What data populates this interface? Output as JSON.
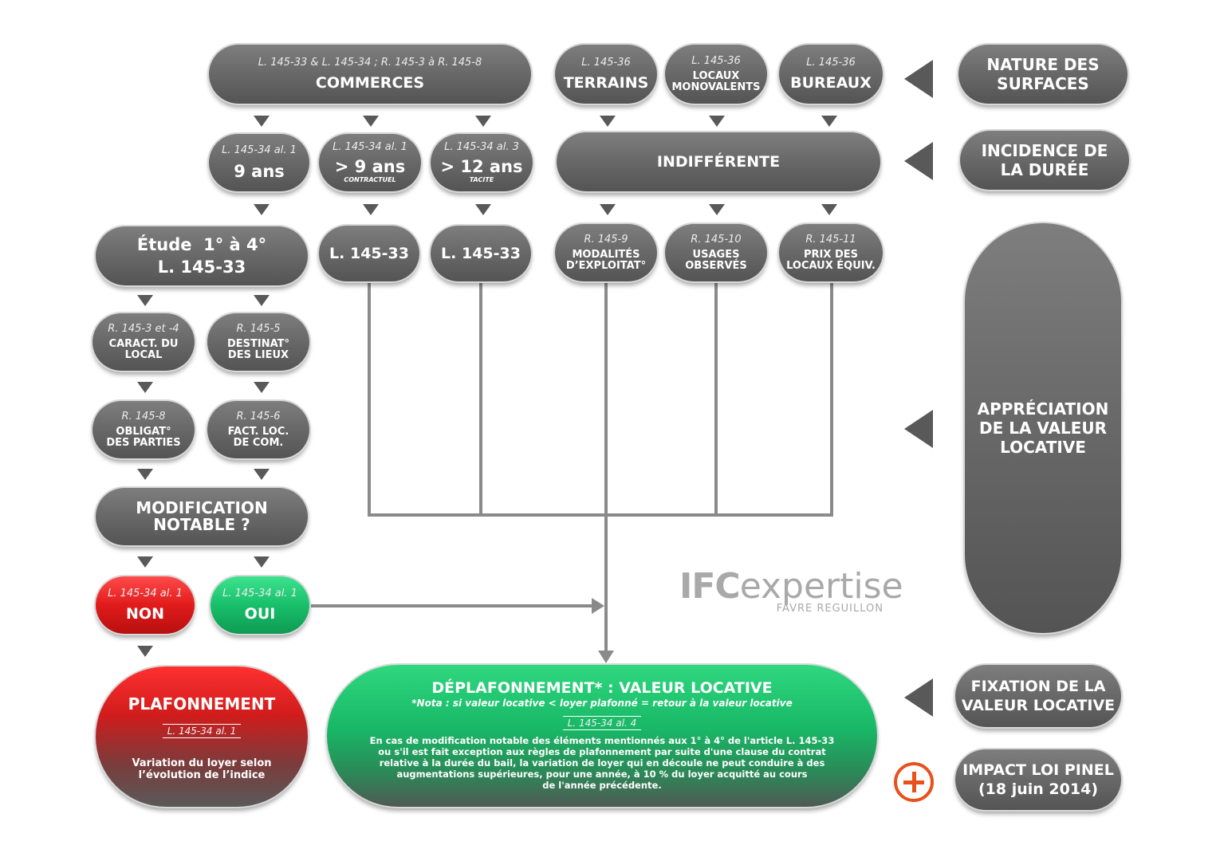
{
  "categories": {
    "nature": [
      "NATURE DES",
      "SURFACES"
    ],
    "incidence": [
      "INCIDENCE DE",
      "LA DURÉE"
    ],
    "appreciation": [
      "APPRÉCIATION",
      "DE LA VALEUR",
      "LOCATIVE"
    ],
    "fixation": [
      "FIXATION DE LA",
      "VALEUR LOCATIVE"
    ],
    "impact": [
      "IMPACT LOI PINEL",
      "(18 juin 2014)"
    ]
  },
  "row1": {
    "commerces": {
      "ref": "L. 145-33 & L. 145-34 ; R. 145-3 à R. 145-8",
      "label": "COMMERCES"
    },
    "terrains": {
      "ref": "L. 145-36",
      "label": "TERRAINS"
    },
    "locaux": {
      "ref": "L. 145-36",
      "line1": "LOCAUX",
      "line2": "MONOVALENTS"
    },
    "bureaux": {
      "ref": "L. 145-36",
      "label": "BUREAUX"
    }
  },
  "row2": {
    "nine": {
      "ref": "L. 145-34 al. 1",
      "label": "9 ans"
    },
    "gt9": {
      "ref": "L. 145-34 al. 1",
      "label": "> 9 ans",
      "sub": "CONTRACTUEL"
    },
    "gt12": {
      "ref": "L. 145-34 al. 3",
      "label": "> 12 ans",
      "sub": "TACITE"
    },
    "indiff": {
      "label": "INDIFFÉRENTE"
    }
  },
  "row3": {
    "etude": {
      "line1": "Étude  1° à 4°",
      "line2": "L. 145-33"
    },
    "l1": {
      "label": "L. 145-33"
    },
    "l2": {
      "label": "L. 145-33"
    },
    "modalites": {
      "ref": "R. 145-9",
      "line1": "MODALITÉS",
      "line2": "D’EXPLOITAT°"
    },
    "usages": {
      "ref": "R. 145-10",
      "line1": "USAGES",
      "line2": "OBSERVÉS"
    },
    "prix": {
      "ref": "R. 145-11",
      "line1": "PRIX DES",
      "line2": "LOCAUX ÉQUIV."
    }
  },
  "left": {
    "caract": {
      "ref": "R. 145-3 et -4",
      "line1": "CARACT. DU",
      "line2": "LOCAL"
    },
    "destinat": {
      "ref": "R. 145-5",
      "line1": "DESTINAT°",
      "line2": "DES LIEUX"
    },
    "obligat": {
      "ref": "R. 145-8",
      "line1": "OBLIGAT°",
      "line2": "DES PARTIES"
    },
    "fact": {
      "ref": "R. 145-6",
      "line1": "FACT. LOC.",
      "line2": "DE COM."
    },
    "modif": {
      "line1": "MODIFICATION",
      "line2": "NOTABLE ?"
    },
    "non": {
      "ref": "L. 145-34 al. 1",
      "label": "NON"
    },
    "oui": {
      "ref": "L. 145-34 al. 1",
      "label": "OUI"
    }
  },
  "plafonnement": {
    "title": "PLAFONNEMENT",
    "ref": "L. 145-34 al. 1",
    "line1": "Variation du loyer selon",
    "line2": "l’évolution de l’indice"
  },
  "deplafonnement": {
    "title": "DÉPLAFONNEMENT* : VALEUR LOCATIVE",
    "nota": "*Nota : si valeur locative < loyer plafonné = retour à la valeur locative",
    "ref": "L. 145-34 al. 4",
    "body": [
      "En cas de modification notable des éléments mentionnés aux 1° à 4° de l'article L. 145-33",
      "ou s'il est fait exception aux règles de plafonnement par suite d'une clause du contrat",
      "relative à la durée du bail, la variation de loyer qui en découle ne peut conduire à des",
      "augmentations supérieures, pour une année, à 10 % du loyer acquitté au cours",
      "de l'année précédente."
    ]
  },
  "logo": {
    "brand_bold": "IFC",
    "brand_light": "expertise",
    "tagline": "FAVRE REGUILLON"
  },
  "colors": {
    "grey": "#6a6a6a",
    "red": "#e11b1b",
    "green": "#18c06a",
    "plus": "#e8501c",
    "connector": "#8a8a8a"
  },
  "icons": {
    "arrow_down": "triangle-down",
    "arrow_left": "triangle-left",
    "plus": "plus-circle-icon"
  }
}
